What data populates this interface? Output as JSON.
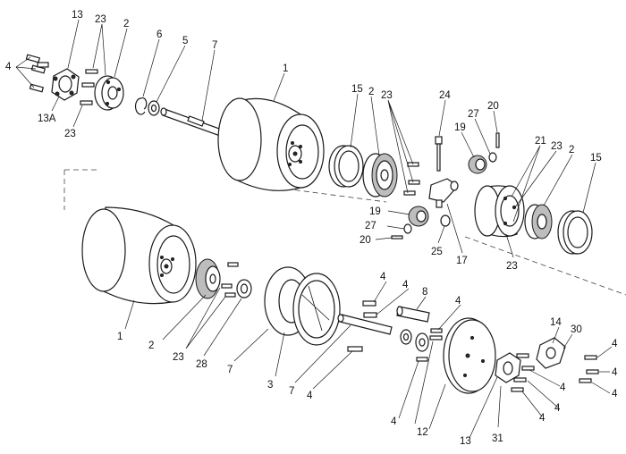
{
  "callouts": {
    "c1": "13",
    "c2": "23",
    "c3": "2",
    "c4": "6",
    "c5": "5",
    "c6": "7",
    "c7": "4",
    "c8": "1",
    "c9": "13A",
    "c10": "23",
    "c11": "15",
    "c12": "2",
    "c13": "23",
    "c14": "24",
    "c15": "27",
    "c16": "20",
    "c17": "19",
    "c18": "21",
    "c19": "23",
    "c20": "2",
    "c21": "15",
    "c22": "19",
    "c23": "27",
    "c24": "20",
    "c25": "25",
    "c26": "17",
    "c27": "23",
    "c28": "1",
    "c29": "2",
    "c30": "23",
    "c31": "28",
    "c32": "7",
    "c33": "4",
    "c34": "4",
    "c35": "8",
    "c36": "4",
    "c37": "3",
    "c38": "7",
    "c39": "4",
    "c40": "14",
    "c41": "30",
    "c42": "4",
    "c43": "4",
    "c44": "4",
    "c45": "4",
    "c46": "4",
    "c47": "4",
    "c48": "4",
    "c49": "12",
    "c50": "13",
    "c51": "31"
  }
}
